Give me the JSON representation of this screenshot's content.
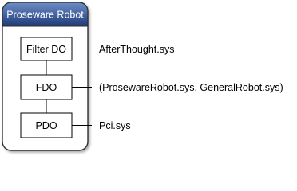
{
  "diagram": {
    "title": "Proseware Robot",
    "layers": [
      {
        "label": "Filter DO",
        "driver": "AfterThought.sys"
      },
      {
        "label": "FDO",
        "driver": "(ProsewareRobot.sys, GeneralRobot.sys)"
      },
      {
        "label": "PDO",
        "driver": "Pci.sys"
      }
    ]
  },
  "colors": {
    "header_top": "#5b7bb7",
    "header_bottom": "#1d3b78",
    "border": "#2f2f2f"
  }
}
